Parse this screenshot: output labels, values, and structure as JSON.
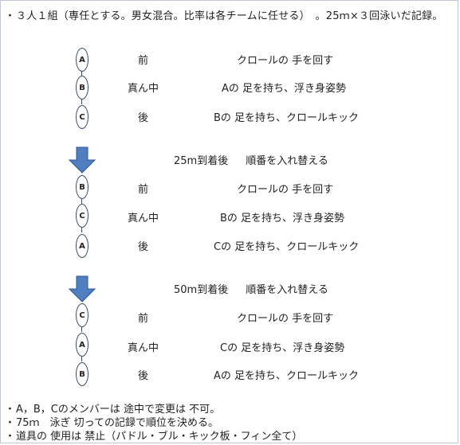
{
  "intro": {
    "bullet": "・",
    "text": "３人１組（専任とする。男女混合。比率は各チームに任せる）　。25ｍ×３回泳いだ記録。"
  },
  "groups": [
    {
      "swap_label": "",
      "rows": [
        {
          "letter": "A",
          "position": "前",
          "action": "クロールの 手を回す"
        },
        {
          "letter": "B",
          "position": "真ん中",
          "action": "Aの 足を持ち、浮き身姿勢"
        },
        {
          "letter": "C",
          "position": "後",
          "action": "Bの 足を持ち、クロールキック"
        }
      ]
    },
    {
      "swap_label": "25m到着後",
      "swap_action": "順番を入れ替える",
      "rows": [
        {
          "letter": "B",
          "position": "前",
          "action": "クロールの 手を回す"
        },
        {
          "letter": "C",
          "position": "真ん中",
          "action": "Bの 足を持ち、浮き身姿勢"
        },
        {
          "letter": "A",
          "position": "後",
          "action": "Cの 足を持ち、クロールキック"
        }
      ]
    },
    {
      "swap_label": "50m到着後",
      "swap_action": "順番を入れ替える",
      "rows": [
        {
          "letter": "C",
          "position": "前",
          "action": "クロールの 手を回す"
        },
        {
          "letter": "A",
          "position": "真ん中",
          "action": "Cの 足を持ち、浮き身姿勢"
        },
        {
          "letter": "B",
          "position": "後",
          "action": "Aの 足を持ち、クロールキック"
        }
      ]
    }
  ],
  "rules": [
    {
      "bullet": "・",
      "text": "A，B，Cのメンバーは 途中で変更は 不可。"
    },
    {
      "bullet": "・",
      "text": "75ｍ　泳ぎ 切っての記録で順位を決める。"
    },
    {
      "bullet": "・",
      "text": "道具の 使用は 禁止（パドル・ブル・キック板・フィン全て）"
    }
  ],
  "colors": {
    "arrow_fill": "#4f7fc0",
    "arrow_stroke": "#2f5590",
    "node_border": "#3a4a6a"
  }
}
